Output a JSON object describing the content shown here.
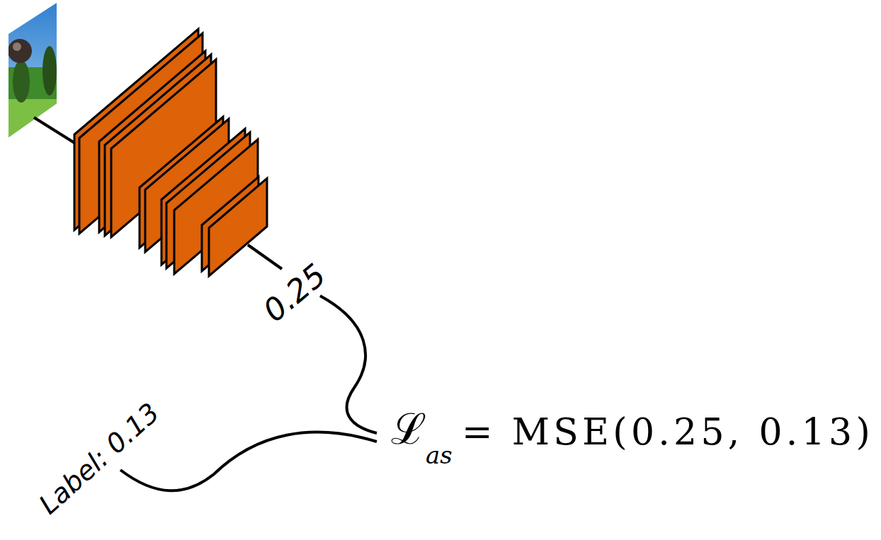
{
  "diagram": {
    "labels": [
      "0.25",
      "Label: 0.13",
      "ℒ",
      "as",
      "= MSE(0.25, 0.13)"
    ]
  }
}
